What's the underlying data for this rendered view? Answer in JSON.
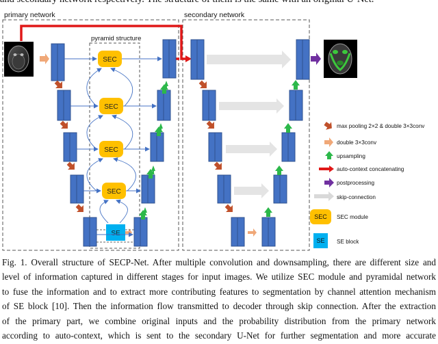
{
  "header_text": "and secondary network respectively. The structure of them is the same with an original U-Net.",
  "figure": {
    "panel_primary_label": "primary network",
    "panel_secondary_label": "secondary network",
    "pyramid_label": "pyramid structure",
    "sec_blocks": [
      "SEC",
      "SEC",
      "SEC",
      "SEC"
    ],
    "se_block": "SE",
    "legend": [
      {
        "label": "max pooling 2×2 & double 3×3conv",
        "color": "#c0502a",
        "kind": "small-arrow"
      },
      {
        "label": "double 3×3conv",
        "color": "#f0a878",
        "kind": "small-arrow"
      },
      {
        "label": "upsampling",
        "color": "#2cb84a",
        "kind": "small-arrow"
      },
      {
        "label": "auto-context concatenating",
        "color": "#e01818",
        "kind": "line"
      },
      {
        "label": "postprocessing",
        "color": "#7030a0",
        "kind": "small-arrow"
      },
      {
        "label": "skip-connection",
        "color": "#d9d9d9",
        "kind": "wide-arrow"
      },
      {
        "label": "SEC module",
        "color": "#ffc000",
        "kind": "rounded-box"
      },
      {
        "label": "SE block",
        "color": "#00b0f0",
        "kind": "box"
      }
    ],
    "colors": {
      "conv_block": "#4472c4",
      "conv_border": "#2f528f",
      "sec": "#ffc000",
      "se": "#00b0f0",
      "auto_context": "#e01818",
      "skip": "#d9d9d9",
      "input_image": "#1a1a1a",
      "output_mask": "#3cc83c"
    }
  },
  "caption_lines": [
    "Fig. 1. Overall structure of SECP-Net. After multiple convolution and downsampling, there are different size and",
    "level of information captured in different stages for input images. We utilize SEC module and pyramidal network",
    "to fuse the information and to extract more contributing features to segmentation by channel attention mechanism",
    "of SE block [10]. Then the information flow transmitted to decoder through skip connection. After the extraction",
    "of the primary part, we combine original inputs and the probability distribution from the primary network",
    "according to auto-context, which is sent to the secondary U-Net for further segmentation and more accurate"
  ]
}
